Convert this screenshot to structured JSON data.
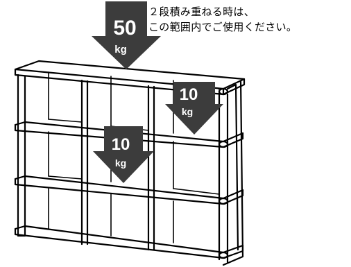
{
  "note": {
    "line1": "２段積み重ねる時は、",
    "line2": "この範囲内でご使用ください。"
  },
  "load_markers": [
    {
      "id": "top",
      "value": "50",
      "unit": "kg"
    },
    {
      "id": "right",
      "value": "10",
      "unit": "kg"
    },
    {
      "id": "middle",
      "value": "10",
      "unit": "kg"
    }
  ],
  "colors": {
    "arrow": "#3c3c3c",
    "line": "#000000",
    "background": "#ffffff"
  }
}
